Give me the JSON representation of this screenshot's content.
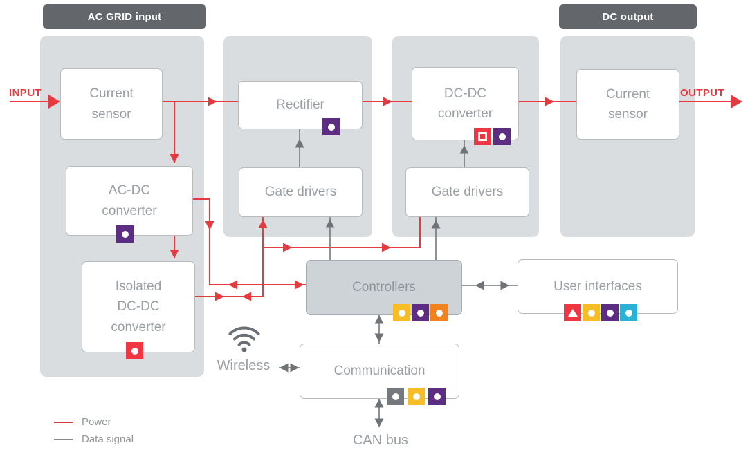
{
  "headers": {
    "ac_grid": {
      "label": "AC GRID input"
    },
    "dc_output": {
      "label": "DC output"
    }
  },
  "io": {
    "input": "INPUT",
    "output": "OUTPUT"
  },
  "blocks": {
    "current_sensor_in": {
      "label": "Current sensor",
      "chips": []
    },
    "rectifier": {
      "label": "Rectifier",
      "chips": [
        "purple-circle"
      ]
    },
    "gate_drivers_left": {
      "label": "Gate drivers",
      "chips": []
    },
    "dcdc_converter": {
      "label": "DC-DC converter",
      "chips": [
        "red-square",
        "purple-circle"
      ]
    },
    "gate_drivers_right": {
      "label": "Gate drivers",
      "chips": []
    },
    "current_sensor_out": {
      "label": "Current sensor",
      "chips": []
    },
    "acdc_converter": {
      "label": "AC-DC converter",
      "chips": [
        "purple-circle"
      ]
    },
    "isolated_dcdc_converter": {
      "label": "Isolated DC-DC converter",
      "chips": [
        "red-circle"
      ]
    },
    "controllers": {
      "label": "Controllers",
      "chips": [
        "yellow-circle",
        "purple-circle",
        "orange-circle"
      ]
    },
    "user_interfaces": {
      "label": "User interfaces",
      "chips": [
        "red-triangle",
        "yellow-circle",
        "purple-circle",
        "cyan-circle"
      ]
    },
    "communication": {
      "label": "Communication",
      "chips": [
        "gray-circle",
        "yellow-circle",
        "purple-circle"
      ]
    }
  },
  "peripherals": {
    "wireless": "Wireless",
    "can_bus": "CAN bus"
  },
  "legend": {
    "power": "Power",
    "data": "Data signal"
  },
  "palette": {
    "power_red": "#E43A40",
    "data_gray": "#73787C",
    "panel_gray": "#DADDE0",
    "header_gray": "#63666B",
    "box_border": "#B5BBBF",
    "box_text": "#9AA0A5",
    "controllers_fill": "#CED3D7",
    "chip_purple": "#5C2D82",
    "chip_red": "#EE3742",
    "chip_yellow": "#F7BD26",
    "chip_orange": "#F0821F",
    "chip_cyan": "#2AB1D5",
    "chip_gray": "#75797D"
  }
}
